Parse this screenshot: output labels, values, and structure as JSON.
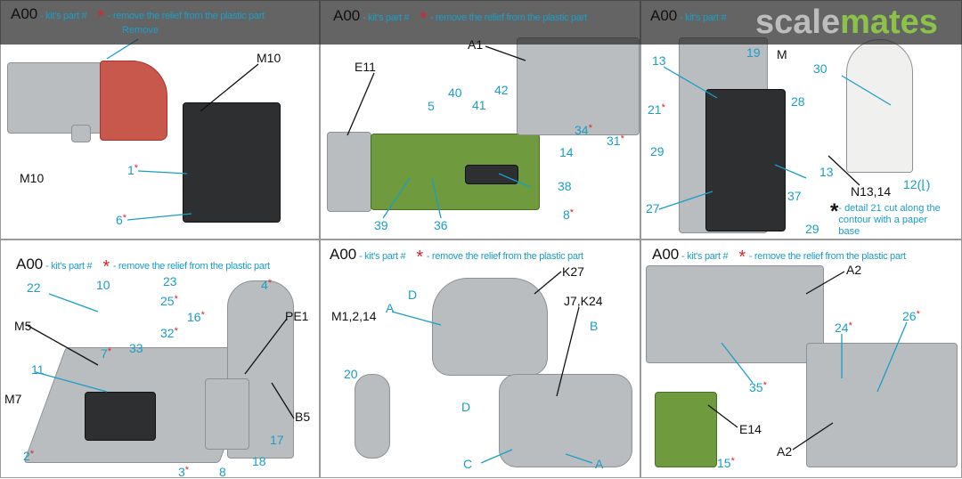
{
  "legend": {
    "code": "A00",
    "code_desc": "- kit's part #",
    "star": "*",
    "star_desc": "- remove the relief from the plastic part"
  },
  "panels": [
    {
      "labels": [
        {
          "t": "Remove"
        },
        {
          "t": "M10"
        },
        {
          "t": "1",
          "s": "*"
        },
        {
          "t": "6",
          "s": "*"
        },
        {
          "t": "M10"
        }
      ]
    },
    {
      "labels": [
        {
          "t": "A1"
        },
        {
          "t": "E11"
        },
        {
          "t": "5"
        },
        {
          "t": "40"
        },
        {
          "t": "41"
        },
        {
          "t": "42"
        },
        {
          "t": "34",
          "s": "*"
        },
        {
          "t": "14"
        },
        {
          "t": "31",
          "s": "*"
        },
        {
          "t": "38"
        },
        {
          "t": "8",
          "s": "*"
        },
        {
          "t": "39"
        },
        {
          "t": "36"
        }
      ]
    },
    {
      "labels": [
        {
          "t": "M"
        },
        {
          "t": "13"
        },
        {
          "t": "19"
        },
        {
          "t": "21",
          "s": "*"
        },
        {
          "t": "28"
        },
        {
          "t": "29"
        },
        {
          "t": "13"
        },
        {
          "t": "27"
        },
        {
          "t": "37"
        },
        {
          "t": "29"
        },
        {
          "t": "30"
        },
        {
          "t": "N13,14"
        },
        {
          "t": "12(⌊)"
        }
      ],
      "note_star": "*",
      "note": "- detail 21 cut along the contour with a paper base"
    },
    {
      "labels": [
        {
          "t": "22"
        },
        {
          "t": "10"
        },
        {
          "t": "23"
        },
        {
          "t": "25",
          "s": "*"
        },
        {
          "t": "4",
          "s": "*"
        },
        {
          "t": "16",
          "s": "*"
        },
        {
          "t": "32",
          "s": "*"
        },
        {
          "t": "PE1"
        },
        {
          "t": "M5"
        },
        {
          "t": "7",
          "s": "*"
        },
        {
          "t": "33"
        },
        {
          "t": "11"
        },
        {
          "t": "M7"
        },
        {
          "t": "B5"
        },
        {
          "t": "17"
        },
        {
          "t": "2",
          "s": "*"
        },
        {
          "t": "8"
        },
        {
          "t": "18"
        },
        {
          "t": "3",
          "s": "*"
        }
      ]
    },
    {
      "labels": [
        {
          "t": "K27"
        },
        {
          "t": "M1,2,14"
        },
        {
          "t": "A"
        },
        {
          "t": "D"
        },
        {
          "t": "J7,K24"
        },
        {
          "t": "B"
        },
        {
          "t": "20"
        },
        {
          "t": "D"
        },
        {
          "t": "C"
        },
        {
          "t": "A"
        }
      ]
    },
    {
      "labels": [
        {
          "t": "A2"
        },
        {
          "t": "24",
          "s": "*"
        },
        {
          "t": "26",
          "s": "*"
        },
        {
          "t": "35",
          "s": "*"
        },
        {
          "t": "E14"
        },
        {
          "t": "A2"
        },
        {
          "t": "15",
          "s": "*"
        }
      ]
    }
  ],
  "watermark": {
    "part1": "scale",
    "part2": "mates"
  },
  "colors": {
    "accent": "#1a9ec8",
    "star": "#d8262b"
  }
}
